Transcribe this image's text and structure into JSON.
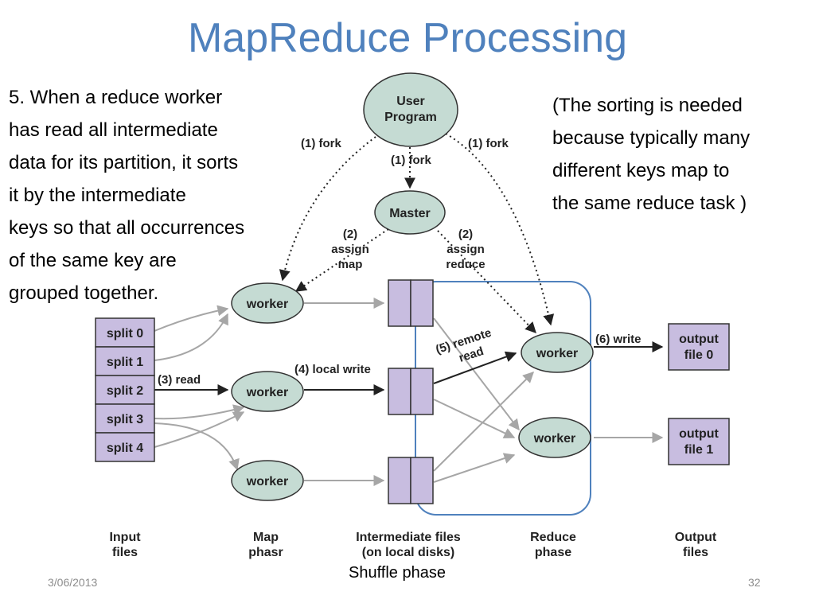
{
  "slide": {
    "title": "MapReduce Processing",
    "left_text": [
      "5. When a reduce worker",
      "has read all intermediate",
      "data for its partition, it sorts",
      "it by the intermediate",
      "keys so that all occurrences",
      "of the same key are",
      "grouped together."
    ],
    "right_text": [
      "(The sorting is needed",
      "because typically many",
      "different keys map to",
      "the same reduce task )"
    ],
    "date": "3/06/2013",
    "page_number": "32"
  },
  "diagram": {
    "user_program": [
      "User",
      "Program"
    ],
    "master": "Master",
    "worker": "worker",
    "fork_left": "(1) fork",
    "fork_center": "(1) fork",
    "fork_right": "(1) fork",
    "assign_map": [
      "(2)",
      "assign",
      "map"
    ],
    "assign_reduce": [
      "(2)",
      "assign",
      "reduce"
    ],
    "splits": [
      "split 0",
      "split 1",
      "split 2",
      "split 3",
      "split 4"
    ],
    "read": "(3) read",
    "local_write": "(4) local write",
    "remote_read": [
      "(5) remote",
      "read"
    ],
    "write": "(6) write",
    "output_file_0": [
      "output",
      "file 0"
    ],
    "output_file_1": [
      "output",
      "file 1"
    ],
    "columns": {
      "input": [
        "Input",
        "files"
      ],
      "map": [
        "Map",
        "phasr"
      ],
      "intermediate": [
        "Intermediate files",
        "(on local disks)"
      ],
      "reduce": [
        "Reduce",
        "phase"
      ],
      "output": [
        "Output",
        "files"
      ]
    },
    "shuffle_phase": "Shuffle phase"
  },
  "colors": {
    "title": "#4f81bd",
    "node_fill": "#c5dbd3",
    "box_fill": "#c8bde0",
    "highlight": "#4f81bd",
    "gray_arrow": "#a6a6a6"
  }
}
